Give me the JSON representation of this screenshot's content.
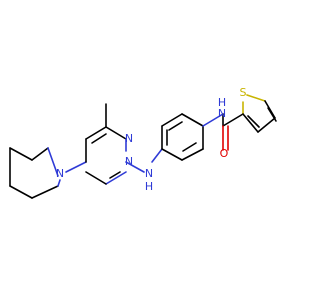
{
  "molecule": {
    "atoms": {
      "n_amide": "N",
      "h_amide": "H",
      "o_carbonyl": "O",
      "s_thiophene": "S",
      "n_pyrimidine_top": "N",
      "n_pyrimidine_bottom": "N",
      "n_aniline": "N",
      "h_aniline": "H",
      "n_piperidine": "N"
    },
    "colors": {
      "nitrogen": "#2f3bd6",
      "oxygen": "#e00000",
      "sulfur": "#c8b400",
      "carbon_bonds": "#000000",
      "background": "#ffffff"
    }
  }
}
